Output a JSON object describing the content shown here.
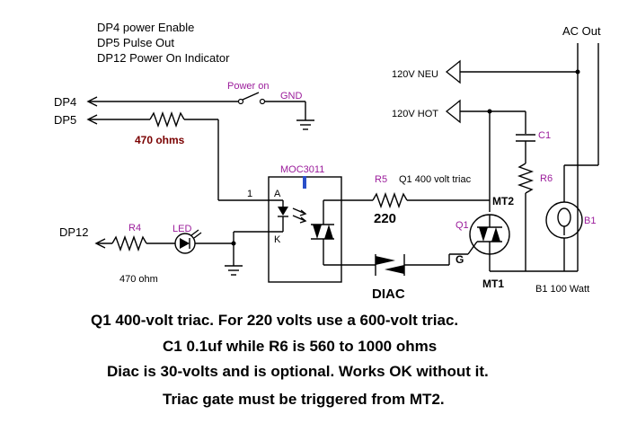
{
  "legend": [
    "DP4 power Enable",
    "DP5 Pulse Out",
    "DP12 Power On Indicator"
  ],
  "labels": {
    "ac_out": "AC Out",
    "neu": "120V NEU",
    "hot": "120V HOT",
    "dp4": "DP4",
    "dp5": "DP5",
    "dp12": "DP12",
    "power_on": "Power on",
    "gnd": "GND",
    "r_470_ohms": "470 ohms",
    "moc": "MOC3011",
    "pin1": "1",
    "pin_a": "A",
    "pin_k": "K",
    "r5": "R5",
    "r5_value": "220",
    "q1_desc": "Q1 400 volt triac",
    "mt2": "MT2",
    "mt1": "MT1",
    "q1": "Q1",
    "g": "G",
    "c1": "C1",
    "r6": "R6",
    "b1": "B1",
    "b1_desc": "B1 100 Watt",
    "r4": "R4",
    "led": "LED",
    "r4_value": "470 ohm",
    "diac": "DIAC"
  },
  "notes": [
    "Q1 400-volt triac. For 220 volts use a 600-volt triac.",
    "C1 0.1uf while R6 is 560 to 1000 ohms",
    "Diac is 30-volts and is optional. Works OK without it.",
    "Triac gate must be triggered from MT2."
  ],
  "colors": {
    "wire": "#000000",
    "resistor_label": "#7a0000",
    "component_label": "#9b1c9b",
    "optocoupler_bar": "#2a4fc9"
  }
}
